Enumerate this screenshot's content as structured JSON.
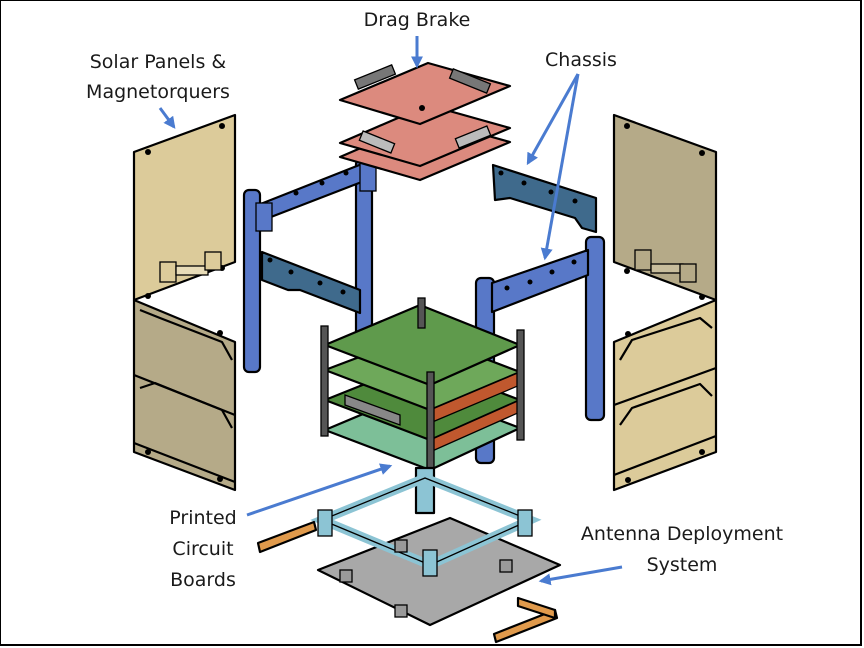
{
  "diagram": {
    "title": "CubeSat exploded assembly",
    "labels": {
      "drag_brake": "Drag Brake",
      "chassis": "Chassis",
      "solar_line1": "Solar Panels &",
      "solar_line2": "Magnetorquers",
      "pcb_line1": "Printed",
      "pcb_line2": "Circuit",
      "pcb_line3": "Boards",
      "ads_line1": "Antenna Deployment",
      "ads_line2": "System"
    },
    "colors": {
      "arrow": "#4a7bd0",
      "drag_brake": "#dc8a7e",
      "chassis_frame": "#5878c8",
      "chassis_rail": "#3f6a8c",
      "solar_panel_light": "#dccb9a",
      "solar_panel_dark": "#b5aa88",
      "pcb_green": "#5f9a4c",
      "pcb_light": "#7dbf98",
      "pcb_orange": "#c0582e",
      "ads_frame": "#8cc4d4",
      "ads_plate": "#a8a8a8",
      "antenna": "#e09a4c"
    }
  }
}
